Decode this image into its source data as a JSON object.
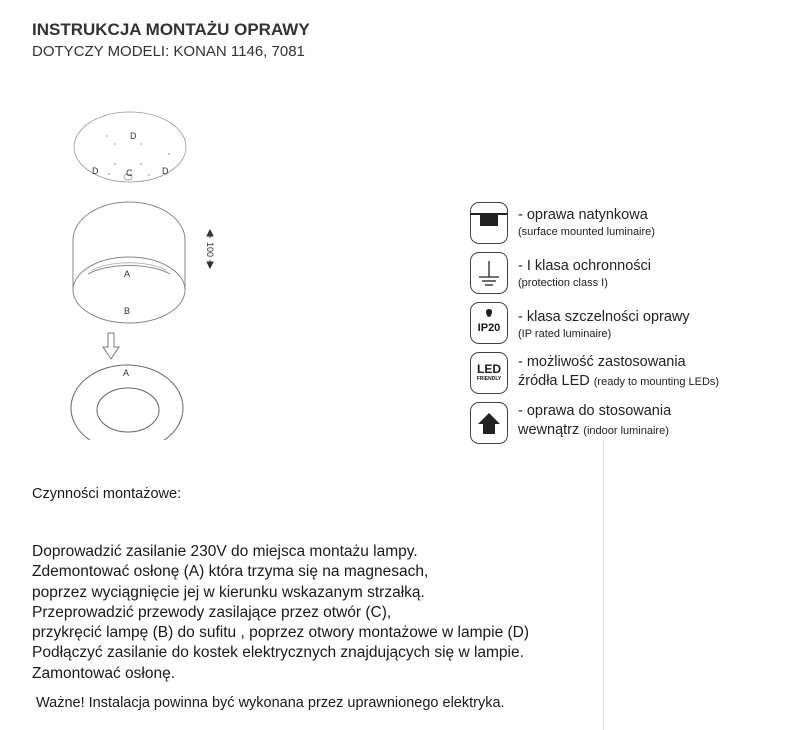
{
  "title": "INSTRUKCJA MONTAŻU OPRAWY",
  "subtitle": "DOTYCZY MODELI: KONAN 1146, 7081",
  "diagram": {
    "label_a": "A",
    "label_b": "B",
    "label_c": "C",
    "label_d": "D",
    "dimension": "100"
  },
  "legend": [
    {
      "icon": "surface-mounted-icon",
      "line1": "- oprawa natynkowa",
      "sub": "(surface mounted luminaire)"
    },
    {
      "icon": "ground-icon",
      "line1": "- I klasa ochronności",
      "sub": "(protection class I)"
    },
    {
      "icon": "ip20-icon",
      "icon_text": "IP20",
      "line1": "- klasa szczelności oprawy",
      "sub": "(IP rated luminaire)"
    },
    {
      "icon": "led-friendly-icon",
      "icon_text": "LED",
      "icon_sub": "FRIENDLY",
      "line1": "- możliwość zastosowania",
      "line2": "źródła LED",
      "sub": "(ready to mounting LEDs)"
    },
    {
      "icon": "indoor-house-icon",
      "line1": "- oprawa do stosowania",
      "line2": "wewnątrz",
      "sub": "(indoor luminaire)"
    }
  ],
  "steps_heading": "Czynności montażowe:",
  "steps": [
    "Doprowadzić zasilanie 230V do miejsca montażu lampy.",
    "Zdemontować osłonę (A) która trzyma się na magnesach,",
    "poprzez wyciągnięcie jej w kierunku wskazanym strzałką.",
    "Przeprowadzić przewody zasilające przez otwór (C),",
    "przykręcić lampę (B) do sufitu , poprzez otwory montażowe w lampie (D)",
    "Podłączyć zasilanie do kostek elektrycznych znajdujących się w lampie.",
    "Zamontować osłonę."
  ],
  "warning": "Ważne! Instalacja powinna być wykonana przez uprawnionego elektryka."
}
